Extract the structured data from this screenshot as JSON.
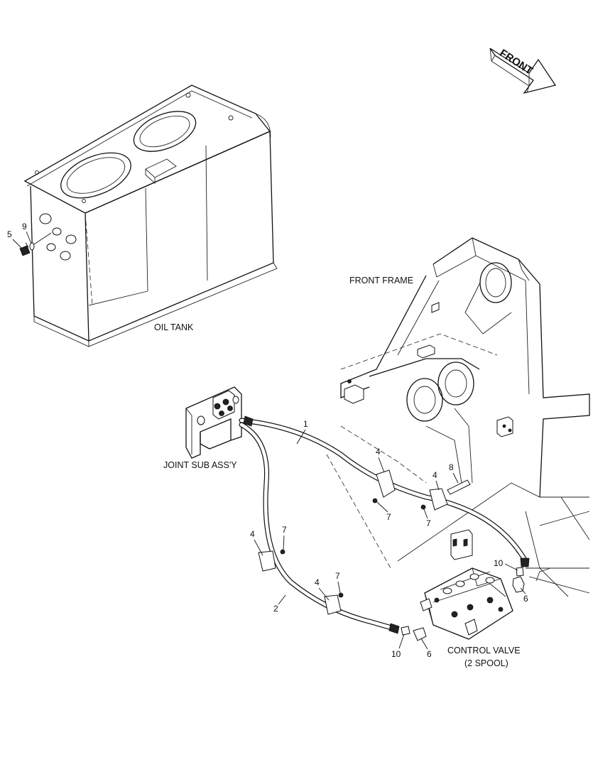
{
  "labels": {
    "front": "FRONT",
    "oil_tank": "OIL TANK",
    "front_frame": "FRONT FRAME",
    "joint_sub_assy": "JOINT SUB ASS'Y",
    "control_valve_line1": "CONTROL VALVE",
    "control_valve_line2": "(2 SPOOL)"
  },
  "callouts": {
    "c1": "1",
    "c2": "2",
    "c4a": "4",
    "c4b": "4",
    "c4c": "4",
    "c4d": "4",
    "c5": "5",
    "c6a": "6",
    "c6b": "6",
    "c7a": "7",
    "c7b": "7",
    "c7c": "7",
    "c7d": "7",
    "c8": "8",
    "c9": "9",
    "c10a": "10",
    "c10b": "10"
  }
}
